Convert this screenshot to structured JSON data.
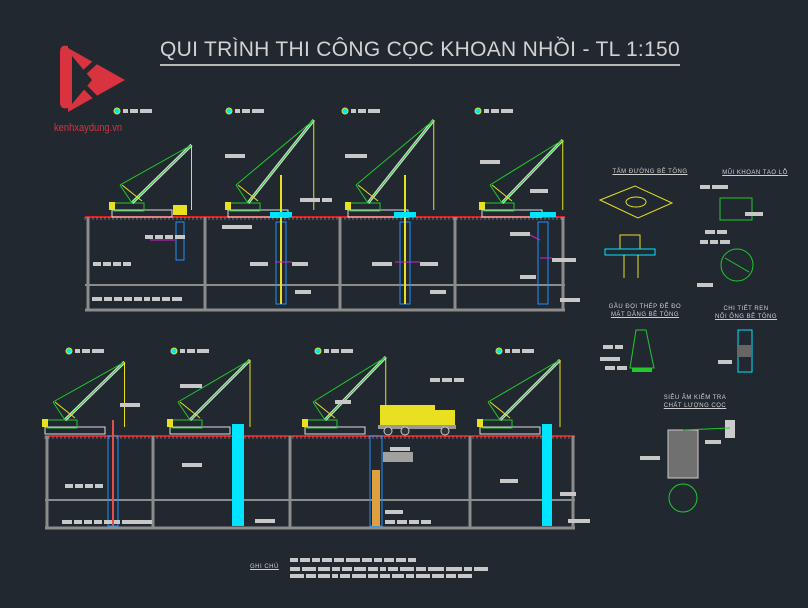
{
  "title": "QUI TRÌNH THI CÔNG CỌC KHOAN NHỒI - TL 1:150",
  "logo": {
    "text": "kenhxaydung.vn",
    "color": "#d8333f"
  },
  "colors": {
    "background": "#212830",
    "crane": "#22c92b",
    "ground": "#e02020",
    "casing": "#1e90ff",
    "concrete": "#00e5ff",
    "leader": "#d020d0",
    "frame": "#8c8c8c",
    "yellow": "#e8e020"
  },
  "steps_top": [
    {
      "id": 1,
      "type": "casing-lift"
    },
    {
      "id": 2,
      "type": "drilling"
    },
    {
      "id": 3,
      "type": "drilling-deep"
    },
    {
      "id": 4,
      "type": "cleaning"
    }
  ],
  "steps_bottom": [
    {
      "id": 5,
      "type": "rebar-cage"
    },
    {
      "id": 6,
      "type": "tremie"
    },
    {
      "id": 7,
      "type": "concreting"
    },
    {
      "id": 8,
      "type": "casing-extract"
    }
  ],
  "details": {
    "d1": "TẤM ĐƯỜNG BÊ TÔNG",
    "d2": "MŨI KHOAN TẠO LỖ",
    "d3a": "GẦU ĐỌI THÉP ĐỂ ĐO",
    "d3b": "MẶT DÂNG BÊ TÔNG",
    "d4a": "CHI TIẾT REN",
    "d4b": "NỐI ỐNG BÊ TÔNG",
    "d5a": "SIÊU ÂM KIỂM TRA",
    "d5b": "CHẤT LƯỢNG CỌC"
  },
  "notes": {
    "label": "GHI CHÚ"
  }
}
